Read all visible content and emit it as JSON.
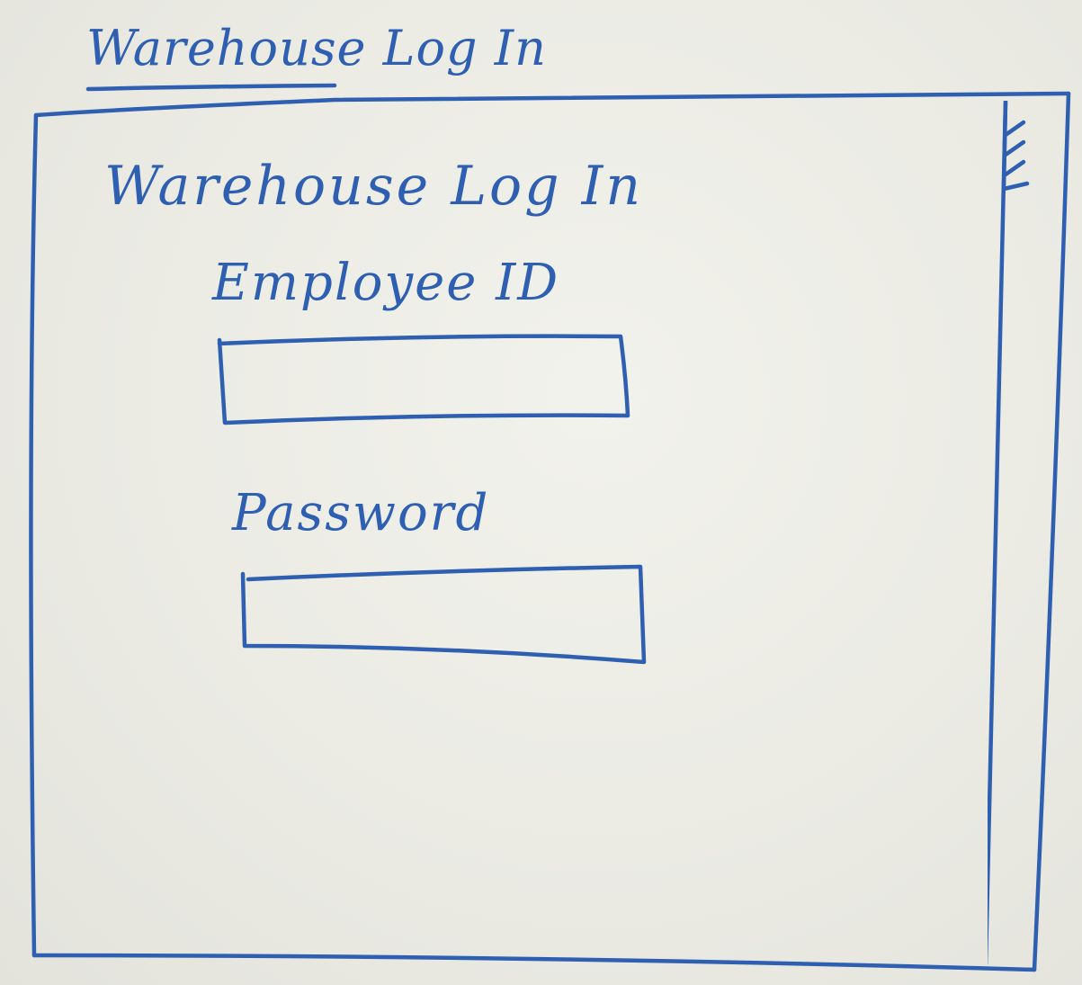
{
  "window": {
    "tab_title": "Warehouse Log In"
  },
  "login": {
    "title": "Warehouse Log In",
    "employee_id": {
      "label": "Employee ID",
      "value": ""
    },
    "password": {
      "label": "Password",
      "value": ""
    }
  },
  "colors": {
    "ink": "#2f5fb0",
    "whiteboard": "#ebebe4"
  }
}
